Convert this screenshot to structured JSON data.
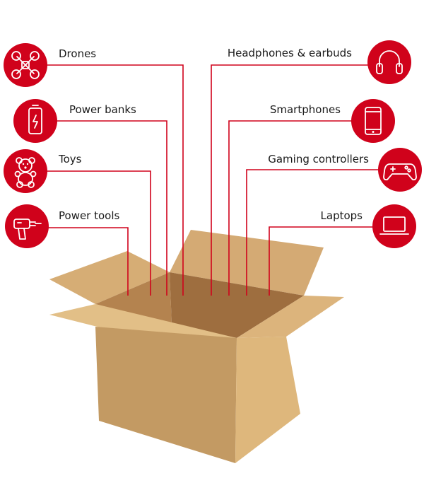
{
  "colors": {
    "accent": "#d0021b",
    "box_front": "#c39a63",
    "box_side": "#dfb97e",
    "box_flap_light": "#d8b07a",
    "box_flap_back": "#d1a672",
    "box_inside_dark": "#9e6e3f",
    "box_inside_mid": "#b4834f",
    "text": "#1a1a1a"
  },
  "items": {
    "drones": {
      "label": "Drones",
      "icon": "drone-icon"
    },
    "power_banks": {
      "label": "Power banks",
      "icon": "power-bank-icon"
    },
    "toys": {
      "label": "Toys",
      "icon": "teddy-bear-icon"
    },
    "power_tools": {
      "label": "Power tools",
      "icon": "drill-icon"
    },
    "headphones": {
      "label": "Headphones & earbuds",
      "icon": "headphones-icon"
    },
    "smartphones": {
      "label": "Smartphones",
      "icon": "smartphone-icon"
    },
    "gaming_controllers": {
      "label": "Gaming controllers",
      "icon": "gamepad-icon"
    },
    "laptops": {
      "label": "Laptops",
      "icon": "laptop-icon"
    }
  }
}
